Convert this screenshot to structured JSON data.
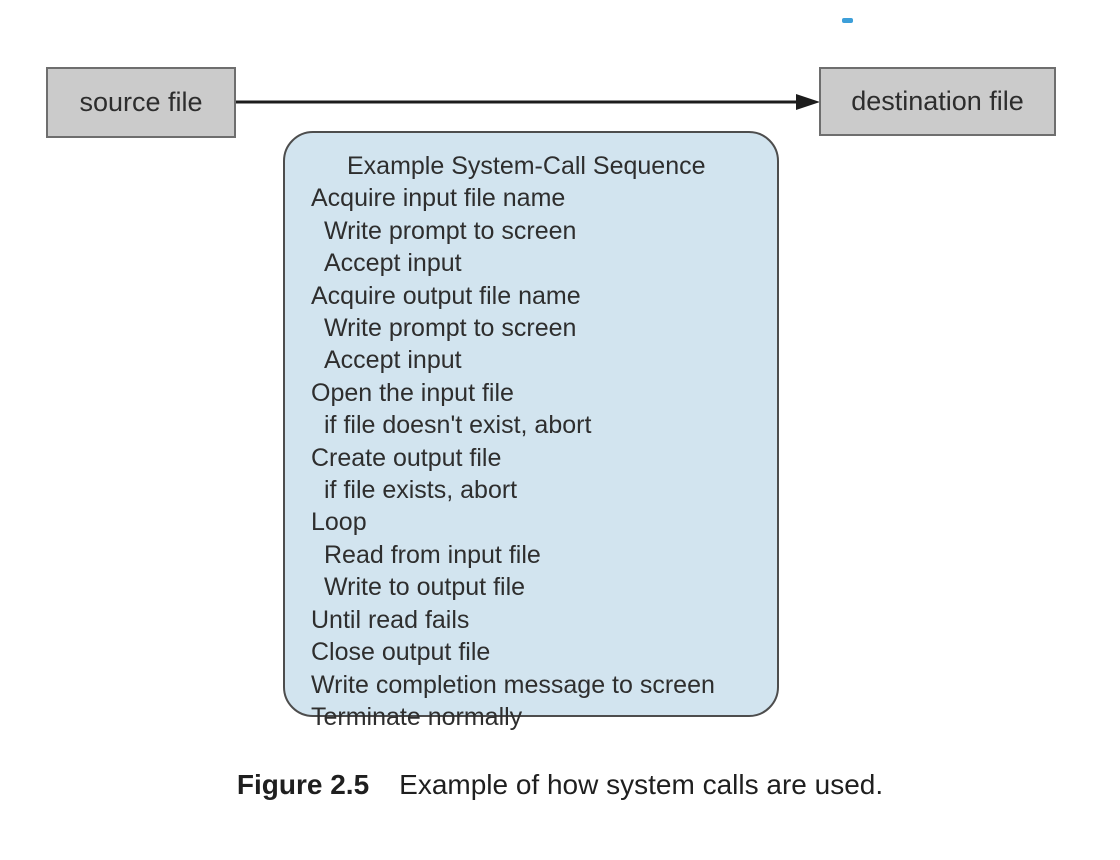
{
  "figure": {
    "source_box_label": "source file",
    "destination_box_label": "destination file",
    "syscall_panel": {
      "title": "Example System-Call Sequence",
      "steps": [
        {
          "text": "Acquire input file name",
          "indent": 0
        },
        {
          "text": "Write prompt to screen",
          "indent": 1
        },
        {
          "text": "Accept input",
          "indent": 1
        },
        {
          "text": "Acquire output file name",
          "indent": 0
        },
        {
          "text": "Write prompt to screen",
          "indent": 1
        },
        {
          "text": "Accept input",
          "indent": 1
        },
        {
          "text": "Open the input file",
          "indent": 0
        },
        {
          "text": "if file doesn't exist, abort",
          "indent": 1
        },
        {
          "text": "Create output file",
          "indent": 0
        },
        {
          "text": "if file exists, abort",
          "indent": 1
        },
        {
          "text": "Loop",
          "indent": 0
        },
        {
          "text": "Read from input file",
          "indent": 1
        },
        {
          "text": "Write to output file",
          "indent": 1
        },
        {
          "text": "Until read fails",
          "indent": 0
        },
        {
          "text": "Close output file",
          "indent": 0
        },
        {
          "text": "Write completion message to screen",
          "indent": 0
        },
        {
          "text": "Terminate normally",
          "indent": 0
        }
      ]
    },
    "caption": {
      "label": "Figure 2.5",
      "text": "Example of how system calls are used."
    },
    "colors": {
      "panel_fill": "#d2e4ef",
      "panel_border": "#4d4d4d",
      "box_fill": "#cbcbcb",
      "box_border": "#6e6e6e",
      "arrow": "#1c1c1c",
      "dash_accent": "#3d9fd9"
    }
  }
}
